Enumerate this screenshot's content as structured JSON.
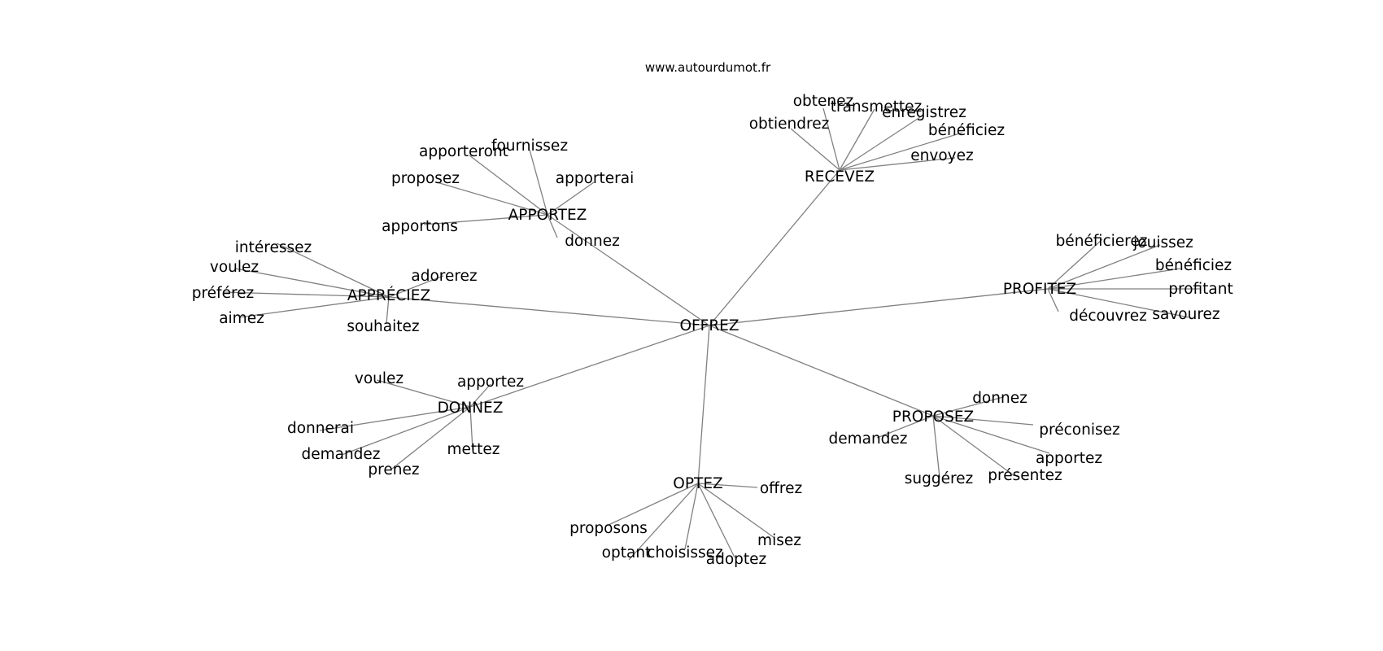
{
  "source": "www.autourdumot.fr",
  "graph": {
    "center": "OFFREZ",
    "hubs": [
      {
        "id": "apportez_hub",
        "label": "APPORTEZ",
        "leaves": [
          "apporteront",
          "fournissez",
          "proposez",
          "apporterai",
          "apportons",
          "donnez"
        ]
      },
      {
        "id": "recevez",
        "label": "RECEVEZ",
        "leaves": [
          "obtenez",
          "transmettez",
          "enregistrez",
          "obtiendrez",
          "bénéficiez",
          "envoyez"
        ]
      },
      {
        "id": "appreciez",
        "label": "APPRÉCIEZ",
        "leaves": [
          "intéressez",
          "voulez",
          "adorerez",
          "préférez",
          "aimez",
          "souhaitez"
        ]
      },
      {
        "id": "profitez",
        "label": "PROFITEZ",
        "leaves": [
          "bénéficierez",
          "jouissez",
          "bénéficiez",
          "profitant",
          "découvrez",
          "savourez"
        ]
      },
      {
        "id": "donnez_hub",
        "label": "DONNEZ",
        "leaves": [
          "voulez",
          "apportez",
          "donnerai",
          "demandez",
          "mettez",
          "prenez"
        ]
      },
      {
        "id": "proposez_hub",
        "label": "PROPOSEZ",
        "leaves": [
          "donnez",
          "préconisez",
          "demandez",
          "apportez",
          "suggérez",
          "présentez"
        ]
      },
      {
        "id": "optez",
        "label": "OPTEZ",
        "leaves": [
          "offrez",
          "proposons",
          "misez",
          "optant",
          "choisissez",
          "adoptez"
        ]
      }
    ]
  }
}
